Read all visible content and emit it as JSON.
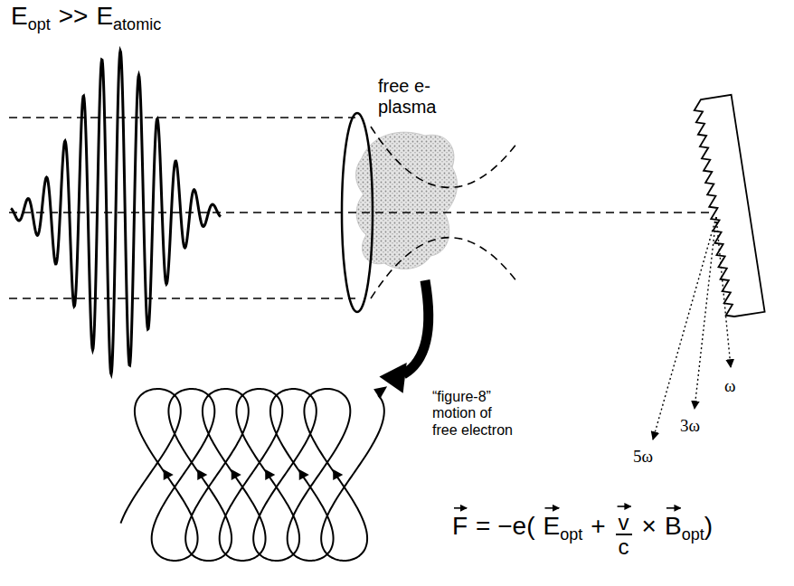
{
  "diagram": {
    "labels": [
      "E",
      "opt",
      ">>",
      "E",
      "atomic",
      "free e- plasma",
      "“figure-8” motion of free electron",
      "5ω",
      "3ω",
      "ω",
      "F",
      "= −e(",
      "E",
      "opt",
      "+",
      "v",
      "c",
      "×",
      "B",
      "opt",
      ")"
    ]
  }
}
